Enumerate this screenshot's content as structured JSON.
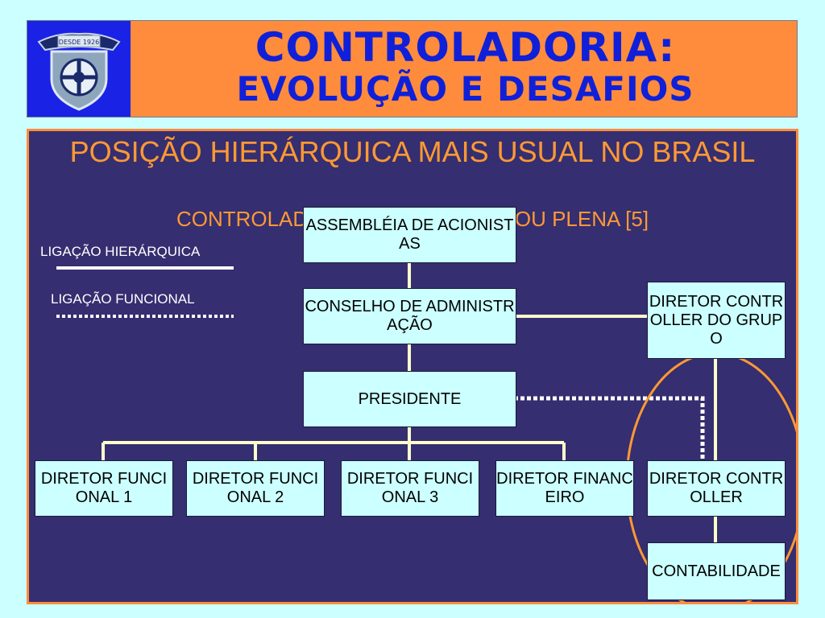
{
  "header": {
    "title_line1": "CONTROLADORIA:",
    "title_line2": "EVOLUÇÃO E DESAFIOS",
    "logo_banner_text": "DESDE 1926",
    "colors": {
      "header_bg": "#ff8c3c",
      "title": "#1020d8",
      "logo_bg": "#1a22e6"
    }
  },
  "slide": {
    "heading": "POSIÇÃO HIERÁRQUICA MAIS USUAL NO BRASIL",
    "subheading": "CONTROLADORIA ESTRATÉGICA OU PLENA [5]",
    "colors": {
      "panel_bg": "#352e70",
      "accent": "#ff9933",
      "box_bg": "#ccffff",
      "line": "#ffffcc"
    }
  },
  "legend": {
    "hierarchical_label": "LIGAÇÃO HIERÁRQUICA",
    "functional_label": "LIGAÇÃO FUNCIONAL"
  },
  "org_chart": {
    "assembleia": "ASSEMBLÉIA DE ACIONISTAS",
    "conselho": "CONSELHO DE ADMINISTRAÇÃO",
    "presidente": "PRESIDENTE",
    "diretor_grupo": "DIRETOR CONTROLLER DO GRUPO",
    "diretor_funcional_1": "DIRETOR FUNCIONAL 1",
    "diretor_funcional_2": "DIRETOR FUNCIONAL 2",
    "diretor_funcional_3": "DIRETOR FUNCIONAL 3",
    "diretor_financeiro": "DIRETOR FINANCEIRO",
    "diretor_controller": "DIRETOR CONTROLLER",
    "contabilidade": "CONTABILIDADE"
  }
}
